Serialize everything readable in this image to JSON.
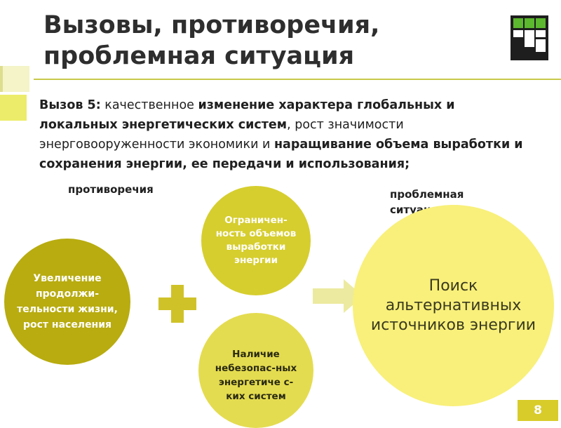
{
  "slide": {
    "title_line1": "Вызовы, противоречия,",
    "title_line2": "проблемная ситуация",
    "page_number": "8"
  },
  "challenge": {
    "label": "Вызов 5:",
    "seg1": " качественное ",
    "seg2": "изменение характера глобальных и локальных энергетических систем",
    "seg3": ", рост значимости энерговооруженности экономики и ",
    "seg4": "наращивание объема выработки и сохранения энергии, ее передачи и использования;"
  },
  "labels": {
    "contradictions": "противоречия",
    "problem_situation": "проблемная ситуация"
  },
  "circles": {
    "left": "Увеличение продолжи-тельности жизни, рост населения",
    "top": "Ограничен-ность объемов выработки энергии",
    "bottom": "Наличие небезопас-ных энергетиче с-ких систем",
    "big": "Поиск альтернативных источников энергии"
  },
  "colors": {
    "accent": "#d8cc2a",
    "circle_left": "#b8ac10",
    "circle_top": "#d6ce2e",
    "circle_bottom": "#e4dc50",
    "circle_big": "#f8f07a"
  },
  "icons": {
    "logo": "logo-icon",
    "plus": "plus-icon",
    "arrow": "arrow-right-icon"
  }
}
